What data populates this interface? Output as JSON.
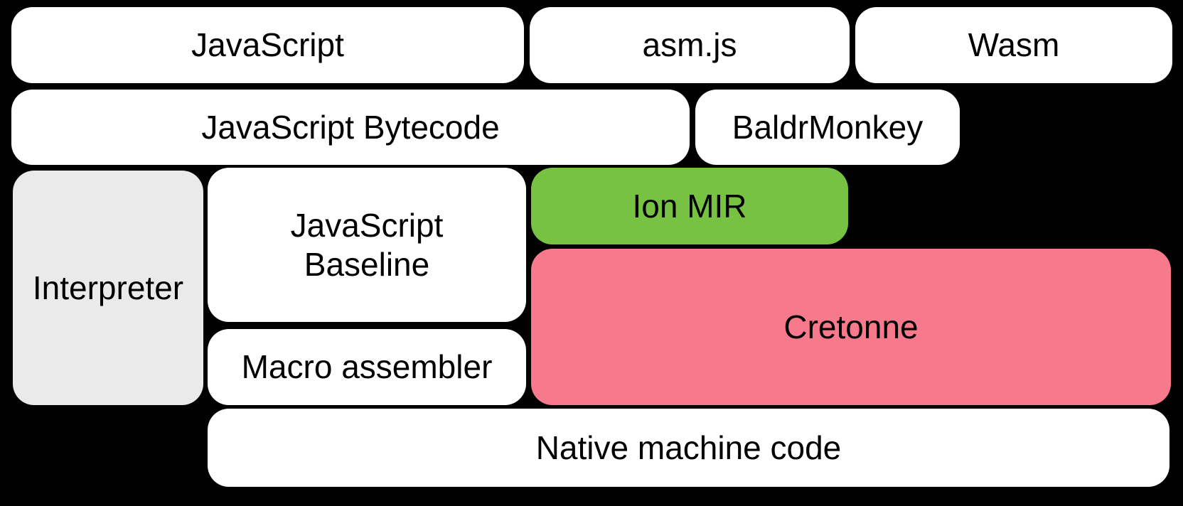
{
  "diagram": {
    "title": "SpiderMonkey compilation pipeline diagram",
    "background_color": "#000000",
    "text_color": "#000000",
    "colors": {
      "default_box": "#ffffff",
      "interpreter_gray": "#eaeaea",
      "ion_green": "#77c243",
      "cretonne_pink": "#f7798c"
    },
    "boxes": [
      {
        "id": "javascript",
        "label": "JavaScript",
        "color": "#ffffff"
      },
      {
        "id": "asmjs",
        "label": "asm.js",
        "color": "#ffffff"
      },
      {
        "id": "wasm",
        "label": "Wasm",
        "color": "#ffffff"
      },
      {
        "id": "js-bytecode",
        "label": "JavaScript Bytecode",
        "color": "#ffffff"
      },
      {
        "id": "baldrmonkey",
        "label": "BaldrMonkey",
        "color": "#ffffff"
      },
      {
        "id": "interpreter",
        "label": "Interpreter",
        "color": "#eaeaea"
      },
      {
        "id": "js-baseline",
        "label": "JavaScript Baseline",
        "color": "#ffffff"
      },
      {
        "id": "ion-mir",
        "label": "Ion MIR",
        "color": "#77c243"
      },
      {
        "id": "cretonne",
        "label": "Cretonne",
        "color": "#f7798c"
      },
      {
        "id": "macro-assembler",
        "label": "Macro assembler",
        "color": "#ffffff"
      },
      {
        "id": "native-machine-code",
        "label": "Native machine code",
        "color": "#ffffff"
      }
    ]
  }
}
